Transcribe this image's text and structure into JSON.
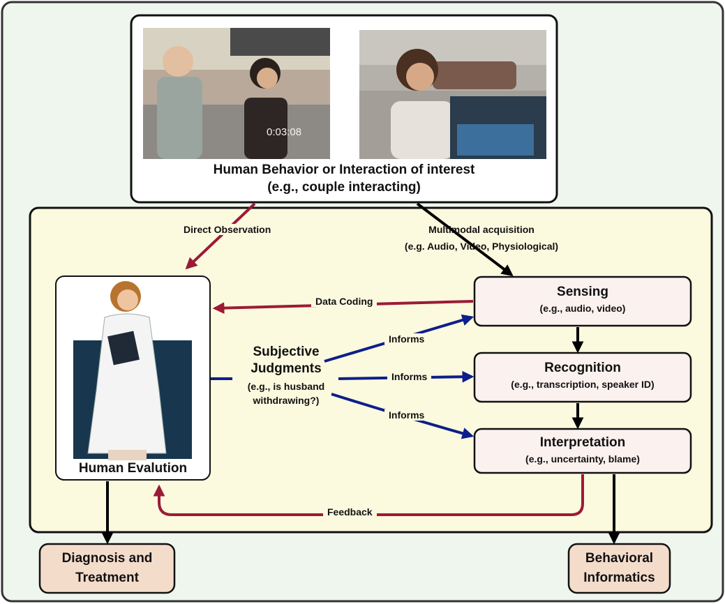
{
  "top": {
    "title": "Human Behavior or Interaction of interest",
    "subtitle": "(e.g., couple interacting)",
    "photo_timestamp": "0:03:08"
  },
  "edges": {
    "direct_observation": "Direct Observation",
    "multimodal_title": "Multimodal acquisition",
    "multimodal_sub": "(e.g. Audio, Video, Physiological)",
    "data_coding": "Data Coding",
    "informs": "Informs",
    "feedback": "Feedback"
  },
  "subjective": {
    "line1": "Subjective",
    "line2": "Judgments",
    "line3": "(e.g., is husband",
    "line4": "withdrawing?)"
  },
  "human_eval": {
    "label": "Human Evalution"
  },
  "stages": {
    "sensing": {
      "title": "Sensing",
      "sub": "(e.g., audio, video)"
    },
    "recognition": {
      "title": "Recognition",
      "sub": "(e.g., transcription, speaker ID)"
    },
    "interpretation": {
      "title": "Interpretation",
      "sub": "(e.g., uncertainty, blame)"
    }
  },
  "outputs": {
    "diagnosis_1": "Diagnosis and",
    "diagnosis_2": "Treatment",
    "behavioral_1": "Behavioral",
    "behavioral_2": "Informatics"
  },
  "colors": {
    "outer_bg": "#eef6ee",
    "inner_bg": "#fbf9de",
    "box_fill": "#fbf1ef",
    "output_fill": "#f4dccb",
    "red_arrow": "#9b1b36",
    "blue_arrow": "#0d1f8a",
    "black": "#000000"
  }
}
